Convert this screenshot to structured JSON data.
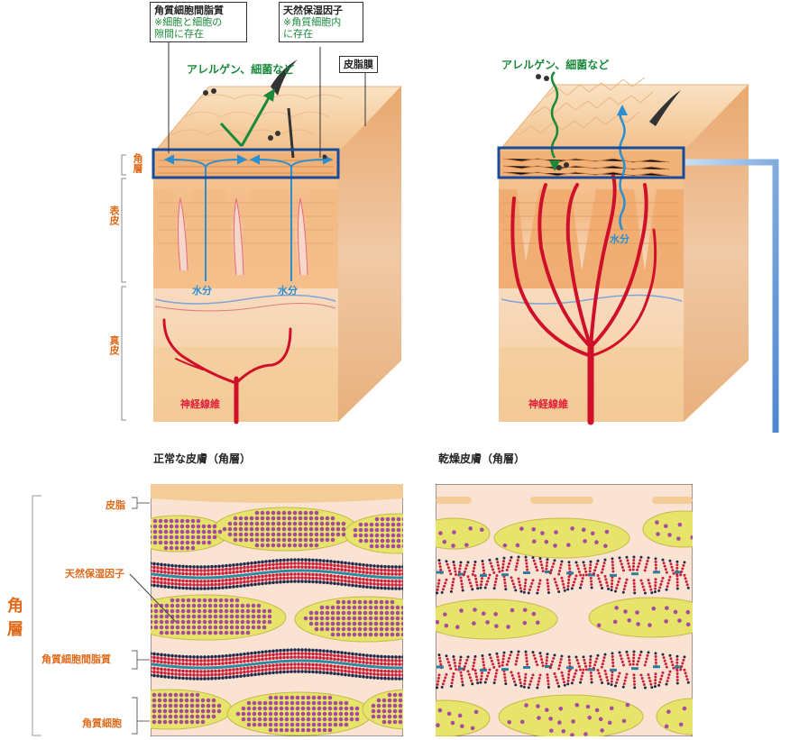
{
  "callouts": {
    "lipids": {
      "title": "角質細胞間脂質",
      "note1": "※細胞と細胞の",
      "note2": "隙間に存在"
    },
    "nmf": {
      "title": "天然保湿因子",
      "note1": "※角質細胞内",
      "note2": "に存在"
    },
    "sebum_film": {
      "title": "皮脂膜"
    }
  },
  "top_left": {
    "allergen": "アレルゲン、細菌など",
    "water1": "水分",
    "water2": "水分",
    "nerve": "神経線維",
    "layer_kakuso": "角層",
    "layer_hyohi": "表皮",
    "layer_shinpi": "真皮"
  },
  "top_right": {
    "allergen": "アレルゲン、細菌など",
    "water": "水分",
    "nerve": "神経線維"
  },
  "bottom": {
    "title_normal": "正常な皮膚（角層）",
    "title_dry": "乾燥皮膚（角層）",
    "side_big": "角層",
    "label_sebum": "皮脂",
    "label_nmf": "天然保湿因子",
    "label_lipids": "角質細胞間脂質",
    "label_cells": "角質細胞"
  },
  "colors": {
    "skin": "#f6cfa0",
    "epidermis": "#f3b77c",
    "dermis": "#f8dcc0",
    "callout_green": "#1a8a3a",
    "water_blue": "#2a8fd0",
    "nerve_red": "#d0102a",
    "label_orange": "#e06a1a",
    "cell_yellow": "#e6e46a",
    "cell_dot": "#a64aa0",
    "panel_bg": "#fbe3d4"
  }
}
